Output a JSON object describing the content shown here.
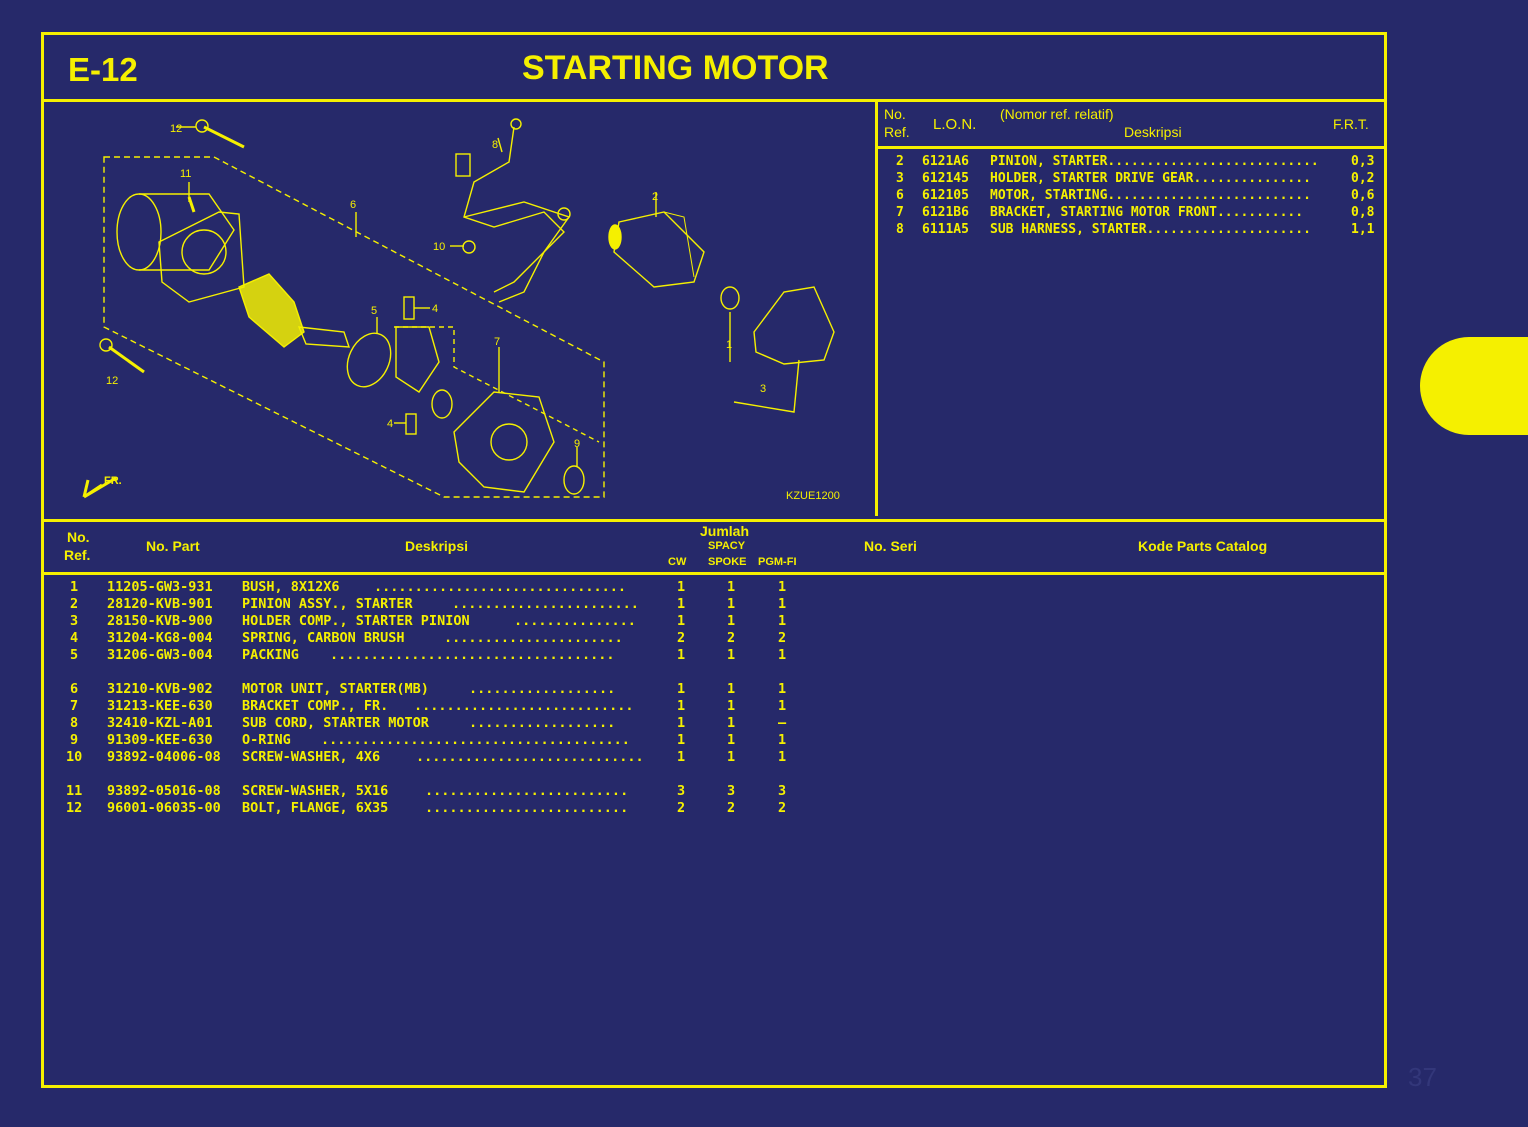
{
  "header": {
    "code": "E-12",
    "title": "STARTING MOTOR"
  },
  "lon_table": {
    "headers": {
      "no_ref_1": "No.",
      "no_ref_2": "Ref.",
      "lon": "L.O.N.",
      "desc_note": "(Nomor ref. relatif)",
      "desc": "Deskripsi",
      "frt": "F.R.T."
    },
    "rows": [
      {
        "ref": "2",
        "lon": "6121A6",
        "desc": "PINION, STARTER...........................",
        "frt": "0,3"
      },
      {
        "ref": "3",
        "lon": "612145",
        "desc": "HOLDER, STARTER DRIVE GEAR...............",
        "frt": "0,2"
      },
      {
        "ref": "6",
        "lon": "612105",
        "desc": "MOTOR, STARTING..........................",
        "frt": "0,6"
      },
      {
        "ref": "7",
        "lon": "6121B6",
        "desc": "BRACKET, STARTING MOTOR FRONT...........",
        "frt": "0,8"
      },
      {
        "ref": "8",
        "lon": "6111A5",
        "desc": "SUB HARNESS, STARTER.....................",
        "frt": "1,1"
      }
    ]
  },
  "diagram": {
    "code": "KZUE1200",
    "front_label": "FR.",
    "callouts": [
      "12",
      "11",
      "6",
      "8",
      "2",
      "10",
      "5",
      "4",
      "7",
      "1",
      "3",
      "12",
      "4",
      "9"
    ]
  },
  "parts_table": {
    "headers": {
      "no_ref_1": "No.",
      "no_ref_2": "Ref.",
      "part_no": "No. Part",
      "desc": "Deskripsi",
      "qty": "Jumlah",
      "spacy": "SPACY",
      "cw": "CW",
      "spoke": "SPOKE",
      "pgmfi": "PGM-FI",
      "serial": "No. Seri",
      "catalog": "Kode Parts Catalog"
    },
    "rows": [
      {
        "ref": "1",
        "part": "11205-GW3-931",
        "desc": "BUSH, 8X12X6",
        "dots": "...............................",
        "cw": "1",
        "spoke": "1",
        "pgmfi": "1"
      },
      {
        "ref": "2",
        "part": "28120-KVB-901",
        "desc": "PINION ASSY., STARTER",
        "dots": ".......................",
        "cw": "1",
        "spoke": "1",
        "pgmfi": "1"
      },
      {
        "ref": "3",
        "part": "28150-KVB-900",
        "desc": "HOLDER COMP., STARTER PINION",
        "dots": "...............",
        "cw": "1",
        "spoke": "1",
        "pgmfi": "1"
      },
      {
        "ref": "4",
        "part": "31204-KG8-004",
        "desc": "SPRING, CARBON BRUSH",
        "dots": "......................",
        "cw": "2",
        "spoke": "2",
        "pgmfi": "2"
      },
      {
        "ref": "5",
        "part": "31206-GW3-004",
        "desc": "PACKING",
        "dots": "...................................",
        "cw": "1",
        "spoke": "1",
        "pgmfi": "1"
      },
      {
        "ref": "6",
        "part": "31210-KVB-902",
        "desc": "MOTOR UNIT, STARTER(MB)",
        "dots": "..................",
        "cw": "1",
        "spoke": "1",
        "pgmfi": "1"
      },
      {
        "ref": "7",
        "part": "31213-KEE-630",
        "desc": "BRACKET COMP., FR.",
        "dots": "...........................",
        "cw": "1",
        "spoke": "1",
        "pgmfi": "1"
      },
      {
        "ref": "8",
        "part": "32410-KZL-A01",
        "desc": "SUB CORD, STARTER MOTOR",
        "dots": "..................",
        "cw": "1",
        "spoke": "1",
        "pgmfi": "–"
      },
      {
        "ref": "9",
        "part": "91309-KEE-630",
        "desc": "O-RING",
        "dots": "......................................",
        "cw": "1",
        "spoke": "1",
        "pgmfi": "1"
      },
      {
        "ref": "10",
        "part": "93892-04006-08",
        "desc": "SCREW-WASHER, 4X6",
        "dots": "............................",
        "cw": "1",
        "spoke": "1",
        "pgmfi": "1"
      },
      {
        "ref": "11",
        "part": "93892-05016-08",
        "desc": "SCREW-WASHER, 5X16",
        "dots": ".........................",
        "cw": "3",
        "spoke": "3",
        "pgmfi": "3"
      },
      {
        "ref": "12",
        "part": "96001-06035-00",
        "desc": "BOLT, FLANGE, 6X35",
        "dots": ".........................",
        "cw": "2",
        "spoke": "2",
        "pgmfi": "2"
      }
    ]
  },
  "page_number": "37",
  "colors": {
    "background": "#26296a",
    "accent": "#f5f000"
  }
}
